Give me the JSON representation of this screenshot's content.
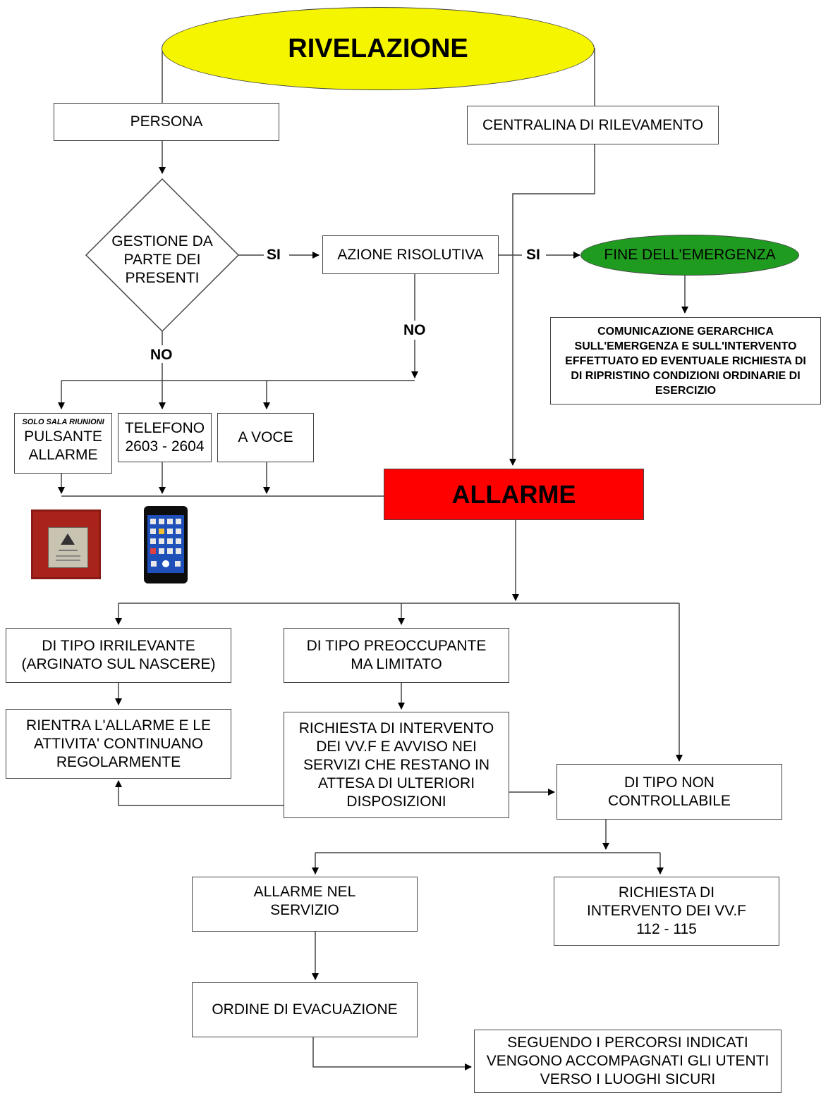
{
  "colors": {
    "top_ellipse": "#f5f500",
    "end_ellipse": "#1f9c1f",
    "alarm_box": "#ff0000",
    "lines": "#444444"
  },
  "top": {
    "title": "RIVELAZIONE"
  },
  "persona": {
    "label": "PERSONA"
  },
  "centralina": {
    "label": "CENTRALINA DI RILEVAMENTO"
  },
  "decision": {
    "lines": [
      "GESTIONE DA",
      "PARTE DEI",
      "PRESENTI"
    ]
  },
  "yes_label": "SI",
  "no_label": "NO",
  "azione": {
    "label": "AZIONE RISOLUTIVA"
  },
  "fine": {
    "label": "FINE DELL'EMERGENZA"
  },
  "comunicazione": {
    "lines": [
      "COMUNICAZIONE GERARCHICA",
      "SULL'EMERGENZA E SULL'INTERVENTO",
      "EFFETTUATO ED EVENTUALE RICHIESTA DI",
      "DI RIPRISTINO CONDIZIONI ORDINARIE DI",
      "ESERCIZIO"
    ]
  },
  "pulsante": {
    "note": "SOLO SALA RIUNIONI",
    "lines": [
      "PULSANTE",
      "ALLARME"
    ]
  },
  "telefono": {
    "lines": [
      "TELEFONO",
      "2603 - 2604"
    ]
  },
  "voce": {
    "label": "A VOCE"
  },
  "allarme": {
    "label": "ALLARME"
  },
  "irrilevante": {
    "lines": [
      "DI TIPO IRRILEVANTE",
      "(ARGINATO SUL NASCERE)"
    ]
  },
  "preoccupante": {
    "lines": [
      "DI TIPO PREOCCUPANTE",
      "MA LIMITATO"
    ]
  },
  "rientra": {
    "lines": [
      "RIENTRA L'ALLARME E LE",
      "ATTIVITA' CONTINUANO",
      "REGOLARMENTE"
    ]
  },
  "richiesta_servizi": {
    "lines": [
      "RICHIESTA DI INTERVENTO",
      "DEI VV.F  E AVVISO NEI",
      "SERVIZI CHE RESTANO IN",
      "ATTESA DI ULTERIORI",
      "DISPOSIZIONI"
    ]
  },
  "non_controllabile": {
    "lines": [
      "DI TIPO NON",
      "CONTROLLABILE"
    ]
  },
  "allarme_servizio": {
    "lines": [
      "ALLARME NEL",
      "SERVIZIO"
    ]
  },
  "richiesta_vvf": {
    "lines": [
      "RICHIESTA DI",
      "INTERVENTO DEI VV.F",
      "112  -  115"
    ]
  },
  "evacuazione": {
    "label": "ORDINE DI EVACUAZIONE"
  },
  "percorsi": {
    "lines": [
      "SEGUENDO I PERCORSI INDICATI",
      "VENGONO ACCOMPAGNATI GLI UTENTI",
      "VERSO I LUOGHI SICURI"
    ]
  },
  "icons": {
    "alarm_button": "fire-alarm-button-icon",
    "phone": "smartphone-icon"
  }
}
